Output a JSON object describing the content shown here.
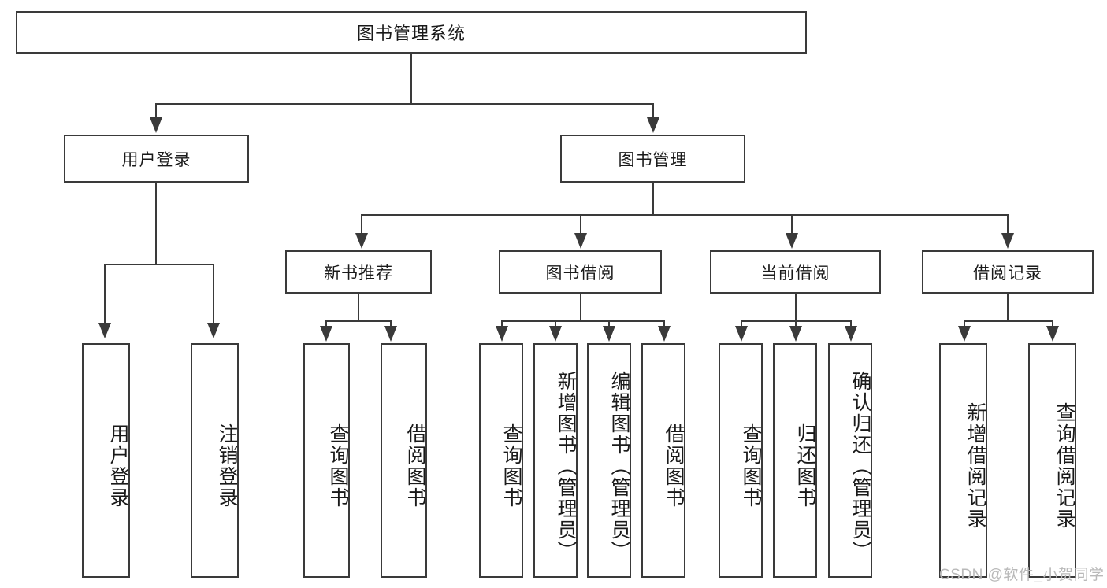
{
  "diagram": {
    "type": "tree-hierarchy-chart",
    "title": "图书管理系统",
    "root": {
      "id": "root",
      "label": "图书管理系统",
      "level": 1
    },
    "level2": [
      {
        "id": "user-login",
        "label": "用户登录"
      },
      {
        "id": "book-management",
        "label": "图书管理"
      }
    ],
    "level3": [
      {
        "id": "new-book-recommend",
        "label": "新书推荐",
        "parent": "book-management"
      },
      {
        "id": "book-borrow",
        "label": "图书借阅",
        "parent": "book-management"
      },
      {
        "id": "current-borrow",
        "label": "当前借阅",
        "parent": "book-management"
      },
      {
        "id": "borrow-record",
        "label": "借阅记录",
        "parent": "book-management"
      }
    ],
    "leaves": [
      {
        "id": "leaf-user-login",
        "label": "用户登录",
        "parent": "user-login"
      },
      {
        "id": "leaf-logout-login",
        "label": "注销登录",
        "parent": "user-login"
      },
      {
        "id": "leaf-query-book-1",
        "label": "查询图书",
        "parent": "new-book-recommend"
      },
      {
        "id": "leaf-borrow-book-1",
        "label": "借阅图书",
        "parent": "new-book-recommend"
      },
      {
        "id": "leaf-query-book-2",
        "label": "查询图书",
        "parent": "book-borrow"
      },
      {
        "id": "leaf-add-book",
        "label": "新增图书（管理员）",
        "parent": "book-borrow"
      },
      {
        "id": "leaf-edit-book",
        "label": "编辑图书（管理员）",
        "parent": "book-borrow"
      },
      {
        "id": "leaf-borrow-book-2",
        "label": "借阅图书",
        "parent": "book-borrow"
      },
      {
        "id": "leaf-query-book-3",
        "label": "查询图书",
        "parent": "current-borrow"
      },
      {
        "id": "leaf-return-book",
        "label": "归还图书",
        "parent": "current-borrow"
      },
      {
        "id": "leaf-confirm-return",
        "label": "确认归还（管理员）",
        "parent": "current-borrow"
      },
      {
        "id": "leaf-add-record",
        "label": "新增借阅记录",
        "parent": "borrow-record"
      },
      {
        "id": "leaf-query-record",
        "label": "查询借阅记录",
        "parent": "borrow-record"
      }
    ]
  },
  "watermark": {
    "text": "CSDN @软件_小贺同学"
  },
  "colors": {
    "stroke": "#3a3a3a",
    "text": "#1a1a1a",
    "background": "#ffffff",
    "watermark": "#b9b9b9"
  }
}
